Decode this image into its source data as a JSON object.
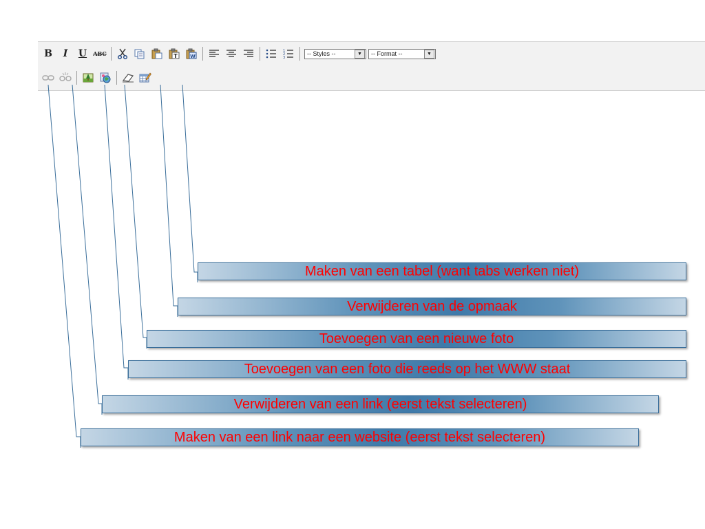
{
  "toolbar": {
    "row1": {
      "bold_label": "B",
      "italic_label": "I",
      "underline_label": "U",
      "strike_label": "ABC",
      "styles_select": "-- Styles --",
      "format_select": "-- Format --"
    },
    "icons_row1": [
      "bold-icon",
      "italic-icon",
      "underline-icon",
      "strikethrough-icon",
      "cut-icon",
      "copy-icon",
      "paste-icon",
      "paste-text-icon",
      "paste-word-icon",
      "align-left-icon",
      "align-center-icon",
      "align-right-icon",
      "bullet-list-icon",
      "numbered-list-icon"
    ],
    "icons_row2": [
      "link-icon",
      "unlink-icon",
      "image-icon",
      "web-image-icon",
      "remove-format-icon",
      "table-icon"
    ]
  },
  "callouts": [
    {
      "text": "Maken van een tabel (want tabs werken niet)"
    },
    {
      "text": "Verwijderen van de opmaak"
    },
    {
      "text": "Toevoegen van een nieuwe foto"
    },
    {
      "text": "Toevoegen van een foto die reeds op het WWW staat"
    },
    {
      "text": "Verwijderen van een link (eerst tekst selecteren)"
    },
    {
      "text": "Maken van een link naar een website (eerst tekst selecteren)"
    }
  ],
  "colors": {
    "callout_text": "#ff0000",
    "callout_border": "#3a6e9a",
    "leader_line": "#3a6e9a"
  }
}
